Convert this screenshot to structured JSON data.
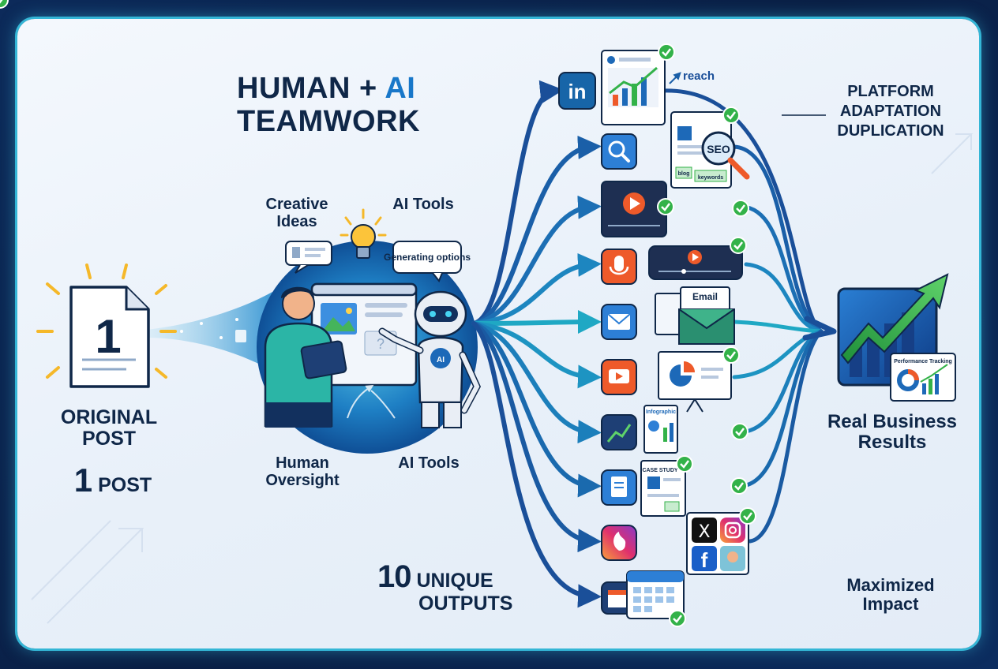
{
  "title": {
    "part1": "HUMAN + ",
    "ai": "AI",
    "part2": "TEAMWORK"
  },
  "original": {
    "line1": "ORIGINAL",
    "line2": "POST",
    "count_num": "1",
    "count_word": "POST",
    "doc_number": "1"
  },
  "labels": {
    "creative_ideas": "Creative Ideas",
    "ai_tools_top": "AI Tools",
    "generating": "Generating options",
    "human_oversight": "Human Oversight",
    "ai_tools_bottom": "AI Tools",
    "robot_badge": "AI"
  },
  "outputs": {
    "num": "10",
    "line1": "UNIQUE",
    "line2": "OUTPUTS"
  },
  "platform": {
    "line1": "PLATFORM",
    "line2": "ADAPTATION",
    "line3": "DUPLICATION"
  },
  "results": {
    "line1": "Real Business",
    "line2": "Results",
    "tracking": "Performance Tracking"
  },
  "impact": {
    "line1": "Maximized",
    "line2": "Impact"
  },
  "channels": {
    "reach": "reach",
    "linkedin": "in",
    "seo": "SEO",
    "seo_tag1": "blog",
    "seo_tag2": "keywords",
    "email": "Email",
    "infographic": "Infographic",
    "case_study": "CASE STUDY",
    "x_logo": "X",
    "facebook": "f"
  },
  "colors": {
    "navy": "#0f2748",
    "arrow_dark": "#1a4f99",
    "arrow_teal": "#1fa8c4",
    "check": "#33b249"
  }
}
